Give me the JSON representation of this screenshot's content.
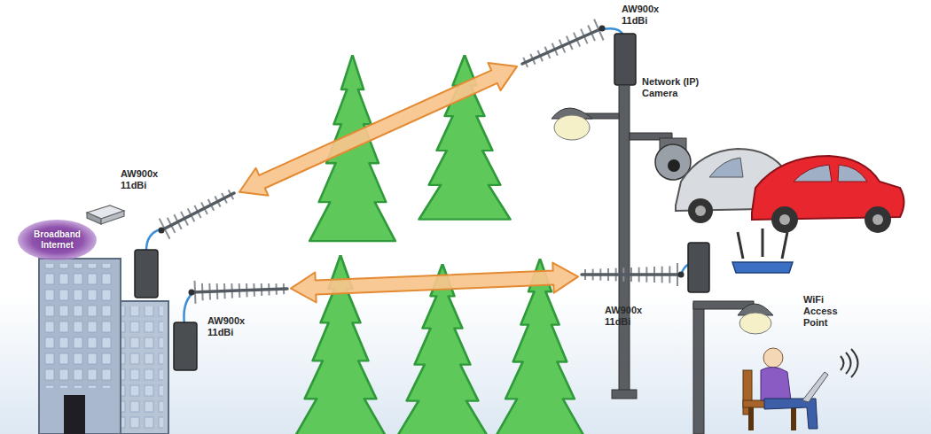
{
  "diagram": {
    "nodes": [
      {
        "text": [
          "Broadband Internet"
        ]
      },
      {
        "text": [
          "AW900x 11dBi"
        ]
      },
      {
        "text": [
          "AW900x 11dBi"
        ]
      },
      {
        "text": [
          "AW900x 11dBi"
        ]
      },
      {
        "text": [
          "AW900x 11dBi"
        ]
      }
    ],
    "edges": [
      {
        "from": 1,
        "to": 2,
        "arrow": "both"
      },
      {
        "from": 3,
        "to": 4,
        "arrow": "both"
      }
    ],
    "labels": [
      "Network (IP) Camera",
      "WiFi Access Point"
    ]
  }
}
